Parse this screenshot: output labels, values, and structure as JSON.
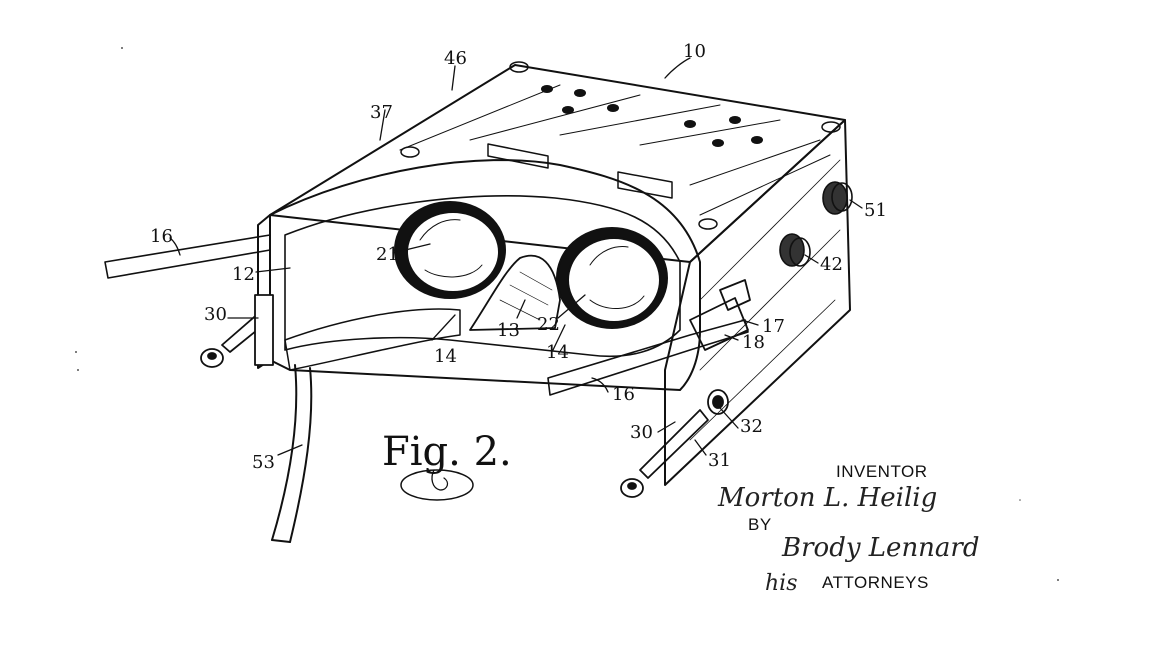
{
  "figure": {
    "label": "Fig. 2.",
    "reference_numerals": [
      "10",
      "46",
      "37",
      "16",
      "12",
      "21",
      "22",
      "13",
      "14",
      "14",
      "30",
      "51",
      "42",
      "17",
      "18",
      "16",
      "53",
      "30",
      "32",
      "31"
    ]
  },
  "legend": {
    "inventor_heading": "INVENTOR",
    "inventor_signature": "Morton L. Heilig",
    "by_label": "BY",
    "attorney_signature": "Brody Lennard",
    "attorneys_prefix": "his",
    "attorneys_label": "ATTORNEYS"
  }
}
